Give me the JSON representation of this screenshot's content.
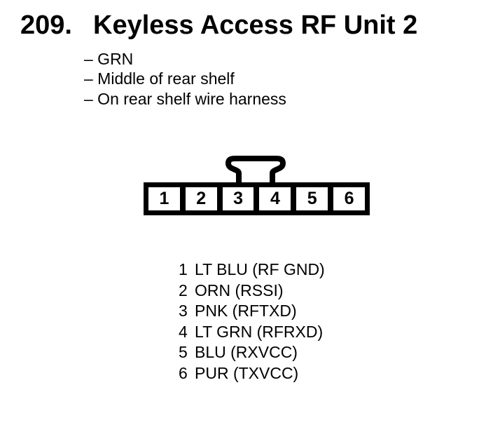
{
  "figure": {
    "number": "209.",
    "title": "Keyless Access RF Unit 2",
    "notes": [
      "– GRN",
      "– Middle of rear shelf",
      "– On rear shelf wire harness"
    ]
  },
  "connector": {
    "cavities": [
      "1",
      "2",
      "3",
      "4",
      "5",
      "6"
    ]
  },
  "pins": [
    {
      "num": "1",
      "desc": "LT BLU (RF GND)"
    },
    {
      "num": "2",
      "desc": "ORN (RSSI)"
    },
    {
      "num": "3",
      "desc": "PNK (RFTXD)"
    },
    {
      "num": "4",
      "desc": "LT GRN (RFRXD)"
    },
    {
      "num": "5",
      "desc": "BLU (RXVCC)"
    },
    {
      "num": "6",
      "desc": "PUR (TXVCC)"
    }
  ],
  "colors": {
    "ink": "#000000",
    "background": "#ffffff"
  }
}
